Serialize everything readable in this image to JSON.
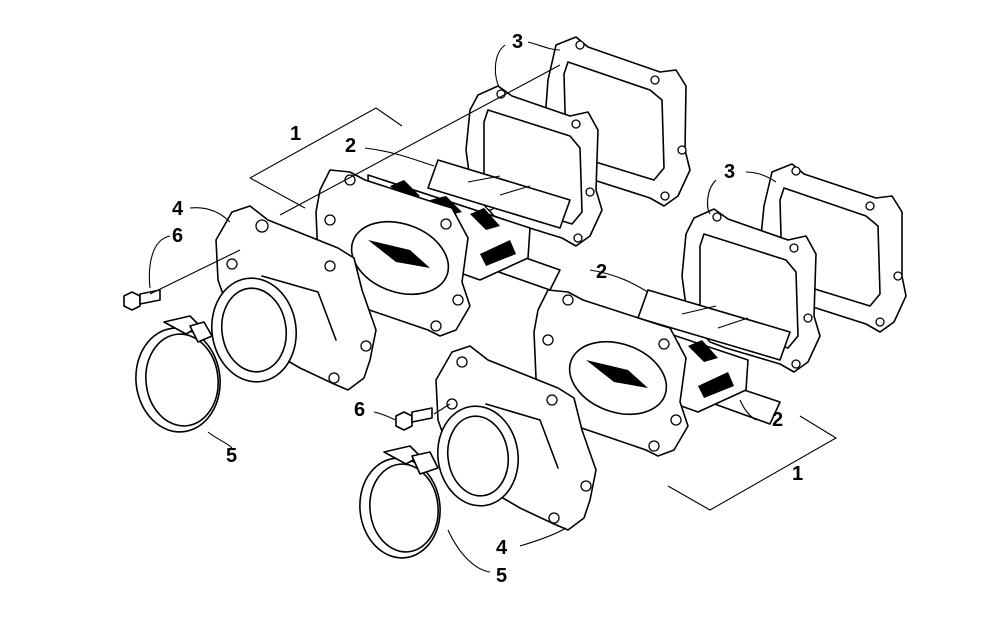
{
  "callouts": {
    "c1_top": "1",
    "c2_top": "2",
    "c3_top": "3",
    "c4_top": "4",
    "c6_top": "6",
    "c5_top": "5",
    "c2_mid": "2",
    "c3_right": "3",
    "c6_bot": "6",
    "c2_right": "2",
    "c1_bot": "1",
    "c4_bot": "4",
    "c5_bot": "5"
  }
}
